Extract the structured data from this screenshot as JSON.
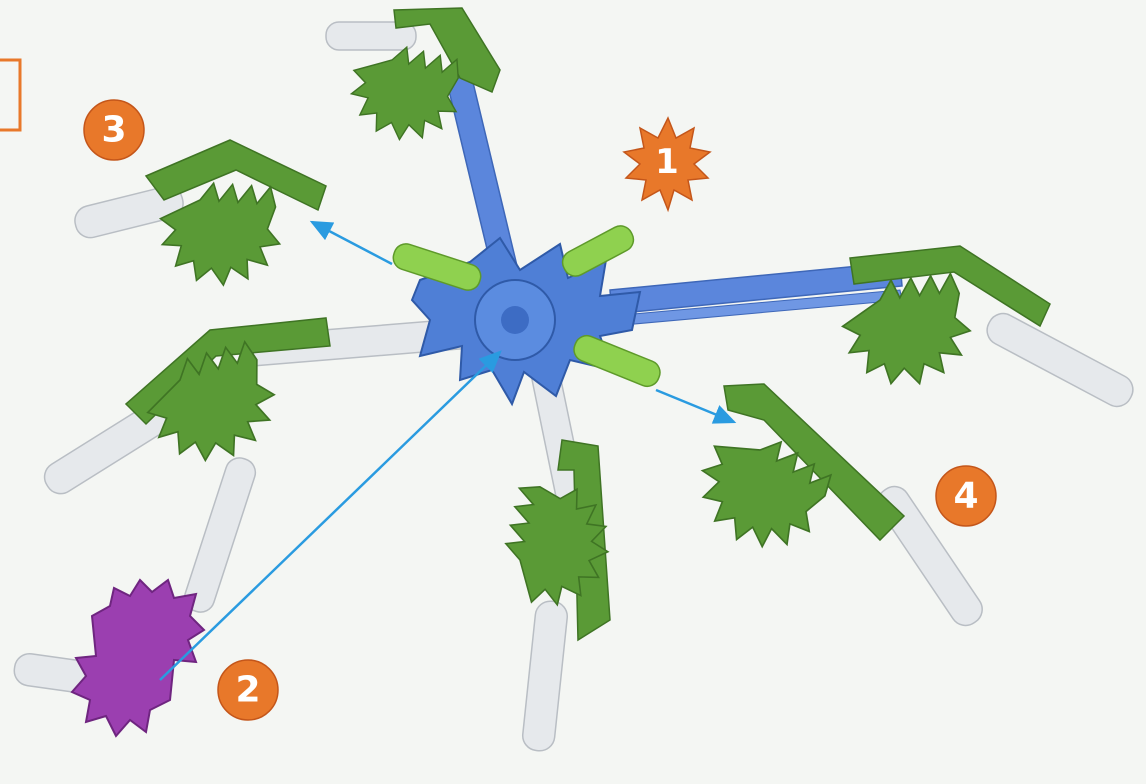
{
  "steps": [
    {
      "label": "1",
      "shape": "starburst"
    },
    {
      "label": "2",
      "shape": "circle"
    },
    {
      "label": "3",
      "shape": "circle"
    },
    {
      "label": "4",
      "shape": "circle"
    }
  ],
  "colors": {
    "badge_orange": "#e8782a",
    "hub_blue": "#4f7fd6",
    "rod_blue": "#5b86dc",
    "connector_green": "#5a9a36",
    "connector_light_green": "#8fd14f",
    "rod_white": "#e6e9ec",
    "connector_purple": "#9b3fb0",
    "arrow_blue": "#2a9be0",
    "background": "#f4f6f3"
  }
}
